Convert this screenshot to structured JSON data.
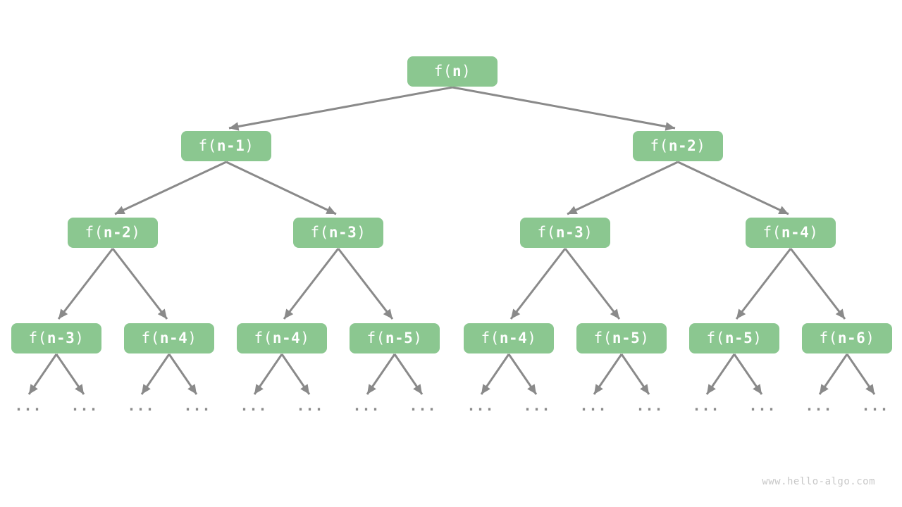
{
  "nodes": [
    {
      "pre": "f(",
      "arg": "n",
      "post": ")"
    },
    {
      "pre": "f(",
      "arg": "n-1",
      "post": ")"
    },
    {
      "pre": "f(",
      "arg": "n-2",
      "post": ")"
    },
    {
      "pre": "f(",
      "arg": "n-2",
      "post": ")"
    },
    {
      "pre": "f(",
      "arg": "n-3",
      "post": ")"
    },
    {
      "pre": "f(",
      "arg": "n-3",
      "post": ")"
    },
    {
      "pre": "f(",
      "arg": "n-4",
      "post": ")"
    },
    {
      "pre": "f(",
      "arg": "n-3",
      "post": ")"
    },
    {
      "pre": "f(",
      "arg": "n-4",
      "post": ")"
    },
    {
      "pre": "f(",
      "arg": "n-4",
      "post": ")"
    },
    {
      "pre": "f(",
      "arg": "n-5",
      "post": ")"
    },
    {
      "pre": "f(",
      "arg": "n-4",
      "post": ")"
    },
    {
      "pre": "f(",
      "arg": "n-5",
      "post": ")"
    },
    {
      "pre": "f(",
      "arg": "n-5",
      "post": ")"
    },
    {
      "pre": "f(",
      "arg": "n-6",
      "post": ")"
    }
  ],
  "dots": {
    "label": "..."
  },
  "watermark": {
    "text": "www.hello-algo.com"
  },
  "colors": {
    "node_fill": "#8BC790",
    "node_text": "#FFFFFF",
    "arrow": "#8A8A8A",
    "dots": "#8C8C8C",
    "watermark": "#C8C8C8",
    "background": "#FFFFFF"
  }
}
